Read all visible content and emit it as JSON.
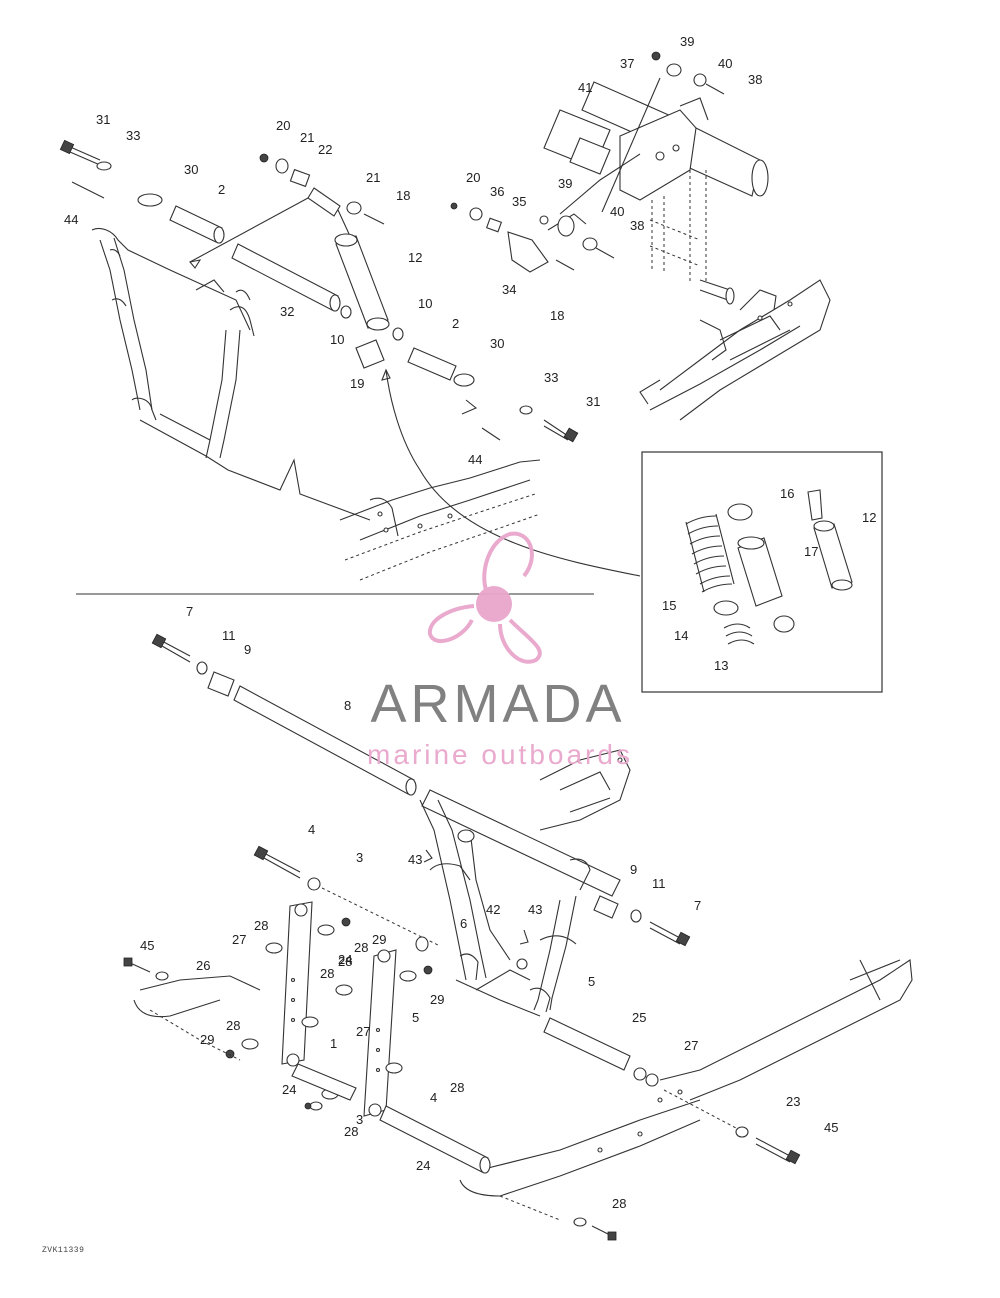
{
  "diagram": {
    "parts_upper": [
      "31",
      "33",
      "30",
      "2",
      "44",
      "20",
      "21",
      "22",
      "21",
      "18",
      "12",
      "32",
      "10",
      "10",
      "2",
      "19",
      "30",
      "33",
      "31",
      "44"
    ],
    "parts_upper_right": [
      "39",
      "37",
      "40",
      "38",
      "41",
      "20",
      "36",
      "35",
      "39",
      "40",
      "38",
      "34",
      "18"
    ],
    "parts_inset": [
      "16",
      "12",
      "17",
      "15",
      "14",
      "13"
    ],
    "parts_lower": [
      "7",
      "11",
      "9",
      "8",
      "4",
      "3",
      "43",
      "6",
      "42",
      "43",
      "9",
      "11",
      "7",
      "28",
      "27",
      "28",
      "29",
      "24",
      "45",
      "26",
      "28",
      "29",
      "28",
      "27",
      "28",
      "29",
      "1",
      "5",
      "5",
      "25",
      "27",
      "24",
      "28",
      "28",
      "3",
      "4",
      "23",
      "45",
      "24",
      "28"
    ],
    "code": "ZVK11339"
  },
  "watermark": {
    "brand": "ARMADA",
    "tagline": "marine outboards",
    "logo": "propeller-logo",
    "color": "#e8a6cc",
    "text_color": "#7b7b7b"
  }
}
